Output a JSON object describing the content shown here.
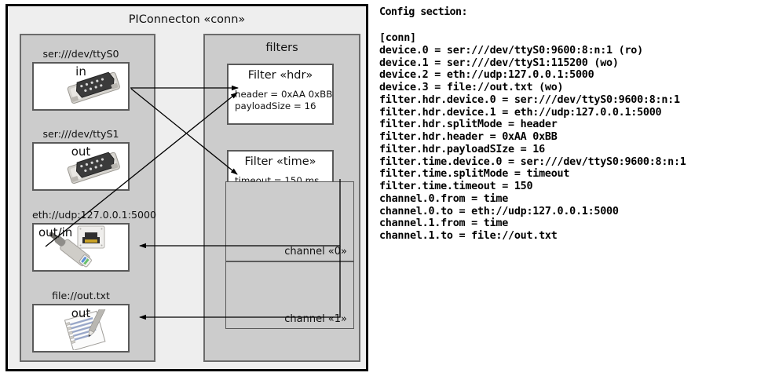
{
  "connector": {
    "title": "PIConnecton «conn»",
    "devices_group_name": "devices",
    "filters_group_title": "filters"
  },
  "devices": [
    {
      "label": "ser:///dev/ttyS0",
      "direction": "in",
      "icon": "serial-port-icon"
    },
    {
      "label": "ser:///dev/ttyS1",
      "direction": "out",
      "icon": "serial-port-icon"
    },
    {
      "label": "eth://udp:127.0.0.1:5000",
      "direction": "out/in",
      "icon": "ethernet-plug-icon"
    },
    {
      "label": "file://out.txt",
      "direction": "out",
      "icon": "text-file-icon"
    }
  ],
  "filters": [
    {
      "title": "Filter «hdr»",
      "props": "header = 0xAA 0xBB\npayloadSize = 16"
    },
    {
      "title": "Filter «time»",
      "props": "timeout = 150 ms"
    }
  ],
  "channels": [
    {
      "label": "channel «0»"
    },
    {
      "label": "channel «1»"
    }
  ],
  "config": {
    "heading": "Config section:",
    "body": "[conn]\ndevice.0 = ser:///dev/ttyS0:9600:8:n:1 (ro)\ndevice.1 = ser:///dev/ttyS1:115200 (wo)\ndevice.2 = eth://udp:127.0.0.1:5000\ndevice.3 = file://out.txt (wo)\nfilter.hdr.device.0 = ser:///dev/ttyS0:9600:8:n:1\nfilter.hdr.device.1 = eth://udp:127.0.0.1:5000\nfilter.hdr.splitMode = header\nfilter.hdr.header = 0xAA 0xBB\nfilter.hdr.payloadSIze = 16\nfilter.time.device.0 = ser:///dev/ttyS0:9600:8:n:1\nfilter.time.splitMode = timeout\nfilter.time.timeout = 150\nchannel.0.from = time\nchannel.0.to = eth://udp:127.0.0.1:5000\nchannel.1.from = time\nchannel.1.to = file://out.txt"
  },
  "colors": {
    "page_background": "#ffffff",
    "connector_background": "#eeeeee",
    "group_background": "#cccccc",
    "node_background": "#ffffff",
    "frame_border": "#000000",
    "group_border": "#6b6b6b",
    "node_border": "#5a5a5a",
    "arrow": "#000000"
  }
}
